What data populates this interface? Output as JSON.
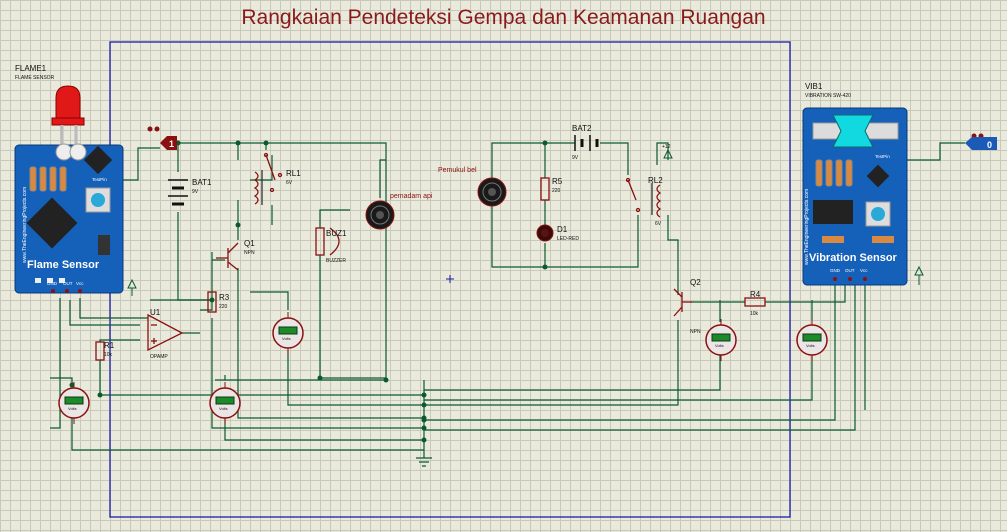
{
  "title": "Rangkaian Pendeteksi Gempa dan Keamanan Ruangan",
  "flame": {
    "ref": "FLAME1",
    "part": "FLAME SENSOR",
    "board_label": "Flame Sensor",
    "site": "www.TheEngineeringProjects.com",
    "testpin": "TestPin",
    "pins": [
      "GND",
      "OUT",
      "Vcc"
    ]
  },
  "vib": {
    "ref": "VIB1",
    "part": "VIBRATION SW-420",
    "board_label": "Vibration Sensor",
    "site": "www.TheEngineeringProjects.com",
    "testpin": "TestPin",
    "pins": [
      "GND",
      "OUT",
      "Vcc"
    ]
  },
  "terminals": {
    "flame": "1",
    "vib": "0"
  },
  "bat1": {
    "ref": "BAT1",
    "value": "9V"
  },
  "bat2": {
    "ref": "BAT2",
    "value": "9V"
  },
  "rl1": {
    "ref": "RL1",
    "value": "6V"
  },
  "rl2": {
    "ref": "RL2",
    "value": "6V"
  },
  "q1": {
    "ref": "Q1",
    "type": "NPN"
  },
  "q2": {
    "ref": "Q2",
    "type": "NPN"
  },
  "r1": {
    "ref": "R1",
    "value": "10k"
  },
  "r3": {
    "ref": "R3",
    "value": "220"
  },
  "r4": {
    "ref": "R4",
    "value": "10k"
  },
  "r5": {
    "ref": "R5",
    "value": "220"
  },
  "u1": {
    "ref": "U1",
    "part": "OPAMP"
  },
  "buz1": {
    "ref": "BUZ1",
    "part": "BUZZER"
  },
  "d1": {
    "ref": "D1",
    "part": "LED-RED"
  },
  "pemadam": "pemadam api",
  "pemukul": "Pemukul bel",
  "plus12": "+12",
  "voltmeter_unit": "Volts",
  "colors": {
    "wire": "#0b5a2e",
    "border": "#1c1ca8",
    "title": "#8b1a1a",
    "component": "#8b1010",
    "board": "#1560b8"
  }
}
